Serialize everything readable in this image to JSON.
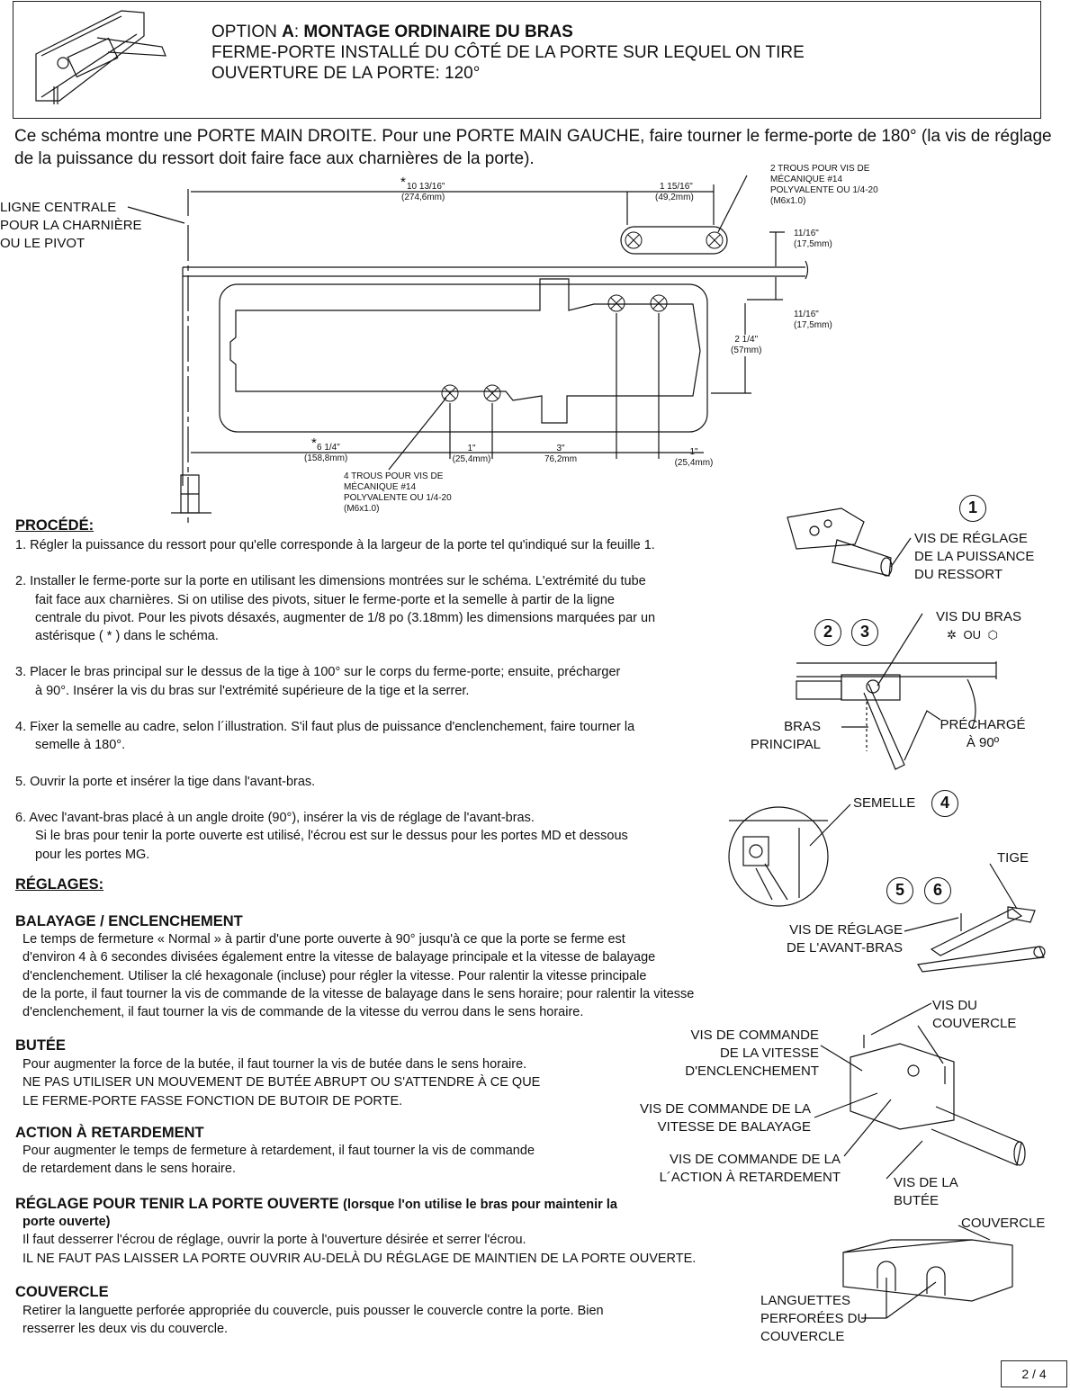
{
  "header": {
    "option_prefix": "OPTION ",
    "option_letter": "A",
    "option_sep": ":  ",
    "option_title": "MONTAGE ORDINAIRE DU BRAS",
    "line2": "FERME-PORTE INSTALLÉ DU CÔTÉ DE LA PORTE SUR LEQUEL ON TIRE",
    "line3": "OUVERTURE DE LA PORTE:  120°"
  },
  "intro": "Ce schéma montre une PORTE MAIN DROITE.  Pour une PORTE MAIN GAUCHE, faire tourner le ferme-porte de 180° (la vis de réglage de la puissance du ressort doit faire face aux charnières de la porte).",
  "template": {
    "hinge_label": [
      "LIGNE CENTRALE",
      "POUR LA CHARNIÈRE",
      "OU LE PIVOT"
    ],
    "dim_top_long": [
      "10 13/16\"",
      "(274,6mm)"
    ],
    "dim_top_short": [
      "1 15/16\"",
      "(49,2mm)"
    ],
    "holes_2": [
      "2 TROUS POUR  VIS DE",
      "MÉCANIQUE #14",
      "POLYVALENTE OU 1/4-20",
      "(M6x1.0)"
    ],
    "dim_11_16_a": [
      "11/16\"",
      "(17,5mm)"
    ],
    "dim_11_16_b": [
      "11/16\"",
      "(17,5mm)"
    ],
    "dim_2_1_4": [
      "2 1/4\"",
      "(57mm)"
    ],
    "dim_6_1_4": [
      "6 1/4\"",
      "(158,8mm)"
    ],
    "dim_1_a": [
      "1\"",
      "(25,4mm)"
    ],
    "dim_3": [
      "3\"",
      "76,2mm"
    ],
    "dim_1_b": [
      "1\"",
      "(25,4mm)"
    ],
    "holes_4": [
      "4 TROUS POUR  VIS DE",
      "MÉCANIQUE #14",
      "POLYVALENTE OU 1/4-20",
      "(M6x1.0)"
    ],
    "asterisk": "*"
  },
  "procedure": {
    "heading": "PROCÉDÉ:",
    "steps": [
      [
        "1.  Régler la puissance du ressort pour qu'elle corresponde à la largeur de la porte tel qu'indiqué sur la feuille 1."
      ],
      [
        "2.  Installer le ferme-porte sur la porte en utilisant les dimensions montrées sur le schéma.  L'extrémité du tube",
        "fait face aux charnières.  Si on utilise des pivots, situer le ferme-porte et la semelle à partir de la ligne",
        "centrale du pivot.  Pour les pivots désaxés, augmenter de 1/8 po (3.18mm) les dimensions marquées par un",
        "astérisque ( * ) dans le schéma."
      ],
      [
        "3.  Placer le bras principal sur le dessus de la tige à 100° sur le corps du ferme-porte; ensuite, précharger",
        "à 90°.  Insérer la vis du bras sur l'extrémité supérieure de la tige et la serrer."
      ],
      [
        "4.  Fixer la semelle au cadre, selon l´illustration.  S'il faut plus de puissance d'enclenchement, faire tourner la",
        "semelle à 180°."
      ],
      [
        "5.  Ouvrir la porte et insérer la tige dans l'avant-bras."
      ],
      [
        "6.  Avec l'avant-bras placé à un angle droite (90°), insérer la vis de réglage de l'avant-bras.",
        "Si le bras pour tenir la porte ouverte est utilisé, l'écrou est sur le dessus pour les portes MD et dessous",
        "pour les portes MG."
      ]
    ]
  },
  "reglages": {
    "heading": "RÉGLAGES:",
    "balayage_title": "BALAYAGE / ENCLENCHEMENT",
    "balayage_lines": [
      "Le temps de fermeture « Normal  » à partir d'une porte ouverte à 90° jusqu'à ce que la porte se ferme est",
      "d'environ 4 à 6 secondes divisées également entre la vitesse de balayage principale et la vitesse de balayage",
      "d'enclenchement.  Utiliser la clé hexagonale (incluse) pour régler la vitesse.  Pour ralentir la vitesse principale",
      "de la porte, il faut tourner la vis de commande de la vitesse de balayage dans le sens horaire; pour ralentir la vitesse",
      "d'enclenchement, il faut tourner la vis de commande de la vitesse du verrou dans le sens horaire."
    ],
    "butee_title": "BUTÉE",
    "butee_lines": [
      "Pour augmenter la force de la butée, il faut tourner la vis de butée dans le sens horaire.",
      "NE PAS UTILISER UN MOUVEMENT DE BUTÉE ABRUPT OU S'ATTENDRE À CE QUE",
      "LE FERME-PORTE FASSE FONCTION DE BUTOIR DE PORTE."
    ],
    "retard_title": "ACTION À RETARDEMENT",
    "retard_lines": [
      "Pour augmenter le temps de fermeture à retardement, il faut tourner la vis de commande",
      "de retardement dans le sens horaire."
    ],
    "tenir_title": "RÉGLAGE POUR TENIR LA PORTE OUVERTE",
    "tenir_sub": "(lorsque l'on utilise le bras pour maintenir la",
    "tenir_sub2": "porte ouverte)",
    "tenir_lines": [
      "Il faut desserrer l'écrou de réglage, ouvrir la porte à l'ouverture désirée et serrer l'écrou.",
      "IL NE FAUT PAS LAISSER LA PORTE OUVRIR AU-DELÀ DU RÉGLAGE DE MAINTIEN DE LA PORTE OUVERTE."
    ],
    "couvercle_title": "COUVERCLE",
    "couvercle_lines": [
      "Retirer la languette perforée appropriée du couvercle, puis pousser le couvercle contre la porte.  Bien",
      "resserrer les deux vis du couvercle."
    ]
  },
  "figures": {
    "n1": "1",
    "n2": "2",
    "n3": "3",
    "n4": "4",
    "n5": "5",
    "n6": "6",
    "vis_ressort": [
      "VIS DE RÉGLAGE",
      "DE LA PUISSANCE",
      "DU RESSORT"
    ],
    "vis_bras": "VIS DU BRAS",
    "ou": "OU",
    "bras_principal": [
      "BRAS",
      "PRINCIPAL"
    ],
    "precharge": [
      "PRÉCHARGÉ",
      "À 90º"
    ],
    "semelle": "SEMELLE",
    "tige": "TIGE",
    "vis_avant_bras": [
      "VIS DE RÉGLAGE",
      "DE L'AVANT-BRAS"
    ],
    "vis_couvercle": [
      "VIS DU",
      "COUVERCLE"
    ],
    "vis_enclenchement": [
      "VIS DE COMMANDE",
      "DE LA VITESSE",
      "D'ENCLENCHEMENT"
    ],
    "vis_balayage": [
      "VIS DE COMMANDE DE LA",
      "VITESSE DE BALAYAGE"
    ],
    "vis_retard": [
      "VIS DE COMMANDE DE LA",
      "L´ACTION À RETARDEMENT"
    ],
    "vis_butee": [
      "VIS DE LA",
      "BUTÉE"
    ],
    "couvercle": "COUVERCLE",
    "languettes": [
      "LANGUETTES",
      "PERFORÉES DU",
      "COUVERCLE"
    ]
  },
  "page_number": "2 / 4"
}
